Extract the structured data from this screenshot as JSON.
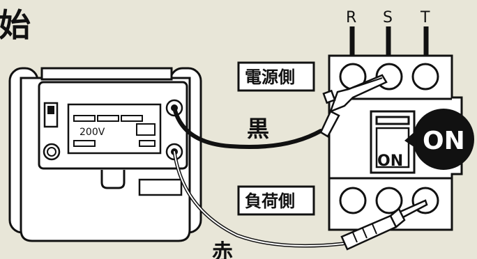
{
  "heading_char": "始",
  "terminals": {
    "r": "R",
    "s": "S",
    "t": "T"
  },
  "labels": {
    "supply_side": "電源側",
    "load_side": "負荷側",
    "black_lead": "黒",
    "red_lead": "赤"
  },
  "meter": {
    "voltage_display": "200V"
  },
  "breaker": {
    "switch_text": "ON",
    "callout": "ON"
  },
  "colors": {
    "background": "#e8e6d8",
    "ink": "#111111",
    "callout": "#111111",
    "callout_text": "#ffffff"
  }
}
